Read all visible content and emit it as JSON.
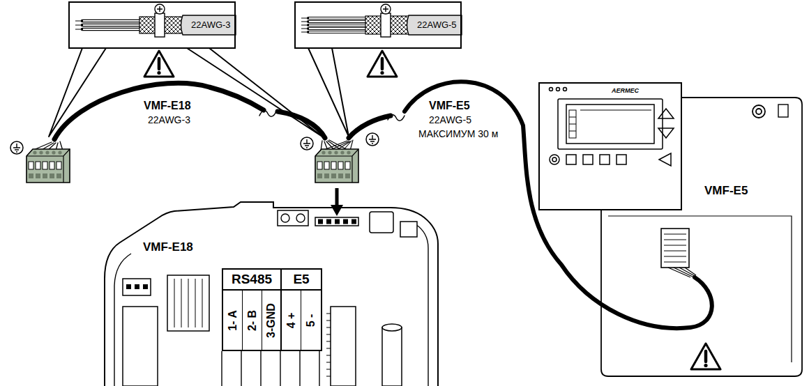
{
  "diagram": {
    "nodes": [
      {
        "text": [
          "22AWG-3"
        ]
      },
      {
        "text": [
          "22AWG-5"
        ]
      },
      {
        "text": [
          "VMF-E18"
        ]
      },
      {
        "text": [
          "RS485",
          "E5",
          "1- A",
          "2- B",
          "3-GND",
          "4 +",
          "5 -"
        ],
        "in": 2
      },
      {
        "text": [
          "AERMEC"
        ]
      },
      {
        "text": [
          "VMF-E5"
        ]
      }
    ],
    "labels": [
      "VMF-E18",
      "22AWG-3",
      "VMF-E5",
      "22AWG-5",
      "МАКСИМУМ 30 м"
    ]
  }
}
